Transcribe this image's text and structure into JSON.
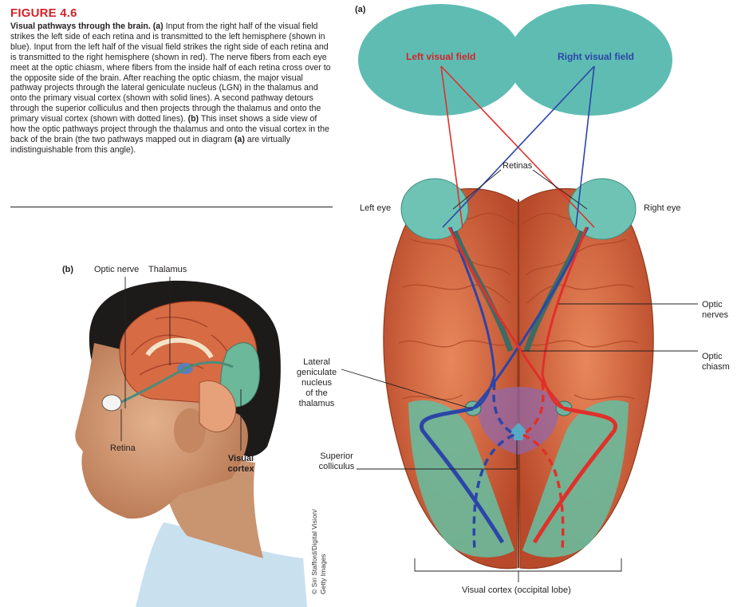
{
  "figure": {
    "number": "FIGURE 4.6",
    "title": "Visual pathways through the brain.",
    "p_a_tag": "(a)",
    "p1": " Input from the right half of the visual field strikes the left side of each retina and is transmitted to the left hemisphere (shown in blue). Input from the left half of the visual field strikes the right side of each retina and is transmitted to the right hemisphere (shown in red). The nerve fibers from each eye meet at the optic chiasm, where fibers from the inside half of each retina cross over to the opposite side of the brain. After reaching the optic chiasm, the major visual pathway projects through the lateral geniculate nucleus (LGN) in the thalamus and onto the primary visual cortex (shown with solid lines). A second pathway detours through the superior colliculus and then projects through the thalamus and onto the primary visual cortex (shown with dotted lines). ",
    "p_b_tag": "(b)",
    "p2": " This inset shows a side view of how the optic pathways project through the thalamus and onto the visual cortex in the back of the brain (the two pathways mapped out in diagram ",
    "p3_tag": "(a)",
    "p3": " are virtually indistinguishable from this angle)."
  },
  "panel_a": {
    "tag": "(a)",
    "left_field": "Left visual field",
    "right_field": "Right visual field",
    "retinas": "Retinas",
    "left_eye": "Left eye",
    "right_eye": "Right eye",
    "optic_nerves_1": "Optic",
    "optic_nerves_2": "nerves",
    "optic_chiasm_1": "Optic",
    "optic_chiasm_2": "chiasm",
    "lgn_1": "Lateral",
    "lgn_2": "geniculate",
    "lgn_3": "nucleus",
    "lgn_4": "of the",
    "lgn_5": "thalamus",
    "sc_1": "Superior",
    "sc_2": "colliculus",
    "visual_cortex": "Visual cortex (occipital lobe)"
  },
  "panel_b": {
    "tag": "(b)",
    "optic_nerve": "Optic nerve",
    "thalamus": "Thalamus",
    "retina": "Retina",
    "vc_1": "Visual",
    "vc_2": "cortex"
  },
  "credit": {
    "line1": "© Siri Stafford/Digital Vision/",
    "line2": "Getty Images"
  },
  "colors": {
    "accent_red": "#d2232a",
    "field_teal": "#5fbcb3",
    "brain": "#d9623a",
    "cortex_green": "#6bb89a",
    "pathway_blue": "#2b45a8",
    "pathway_red": "#e0302a"
  }
}
